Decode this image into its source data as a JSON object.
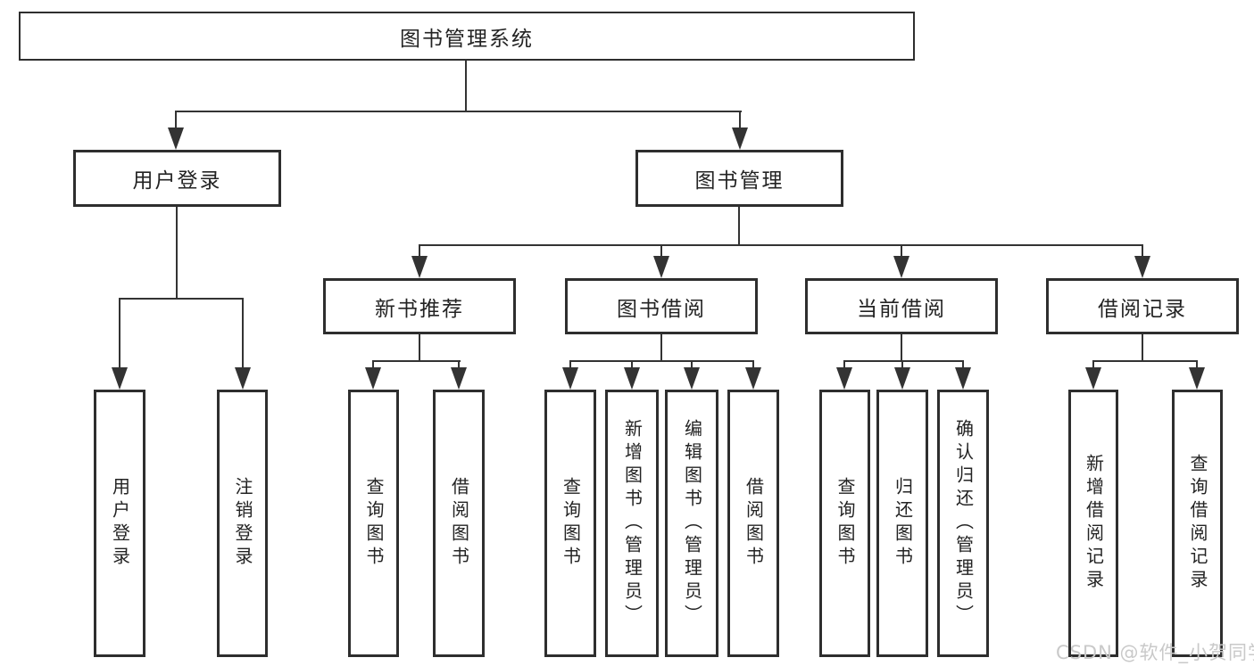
{
  "diagram": {
    "type": "hierarchy-tree",
    "root": {
      "label": "图书管理系统"
    },
    "branches": [
      {
        "label": "用户登录",
        "children": [
          {
            "label": "用户登录"
          },
          {
            "label": "注销登录"
          }
        ]
      },
      {
        "label": "图书管理",
        "children": [
          {
            "label": "新书推荐",
            "children": [
              {
                "label": "查询图书"
              },
              {
                "label": "借阅图书"
              }
            ]
          },
          {
            "label": "图书借阅",
            "children": [
              {
                "label": "查询图书"
              },
              {
                "label": "新增图书（管理员）"
              },
              {
                "label": "编辑图书（管理员）"
              },
              {
                "label": "借阅图书"
              }
            ]
          },
          {
            "label": "当前借阅",
            "children": [
              {
                "label": "查询图书"
              },
              {
                "label": "归还图书"
              },
              {
                "label": "确认归还（管理员）"
              }
            ]
          },
          {
            "label": "借阅记录",
            "children": [
              {
                "label": "新增借阅记录"
              },
              {
                "label": "查询借阅记录"
              }
            ]
          }
        ]
      }
    ]
  },
  "watermark": {
    "text": "CSDN @软件_小贺同学",
    "color": "#c9c9c9"
  },
  "colors": {
    "background": "#ffffff",
    "line": "#333333",
    "box_border": "#2e2e2e",
    "text": "#232323"
  }
}
